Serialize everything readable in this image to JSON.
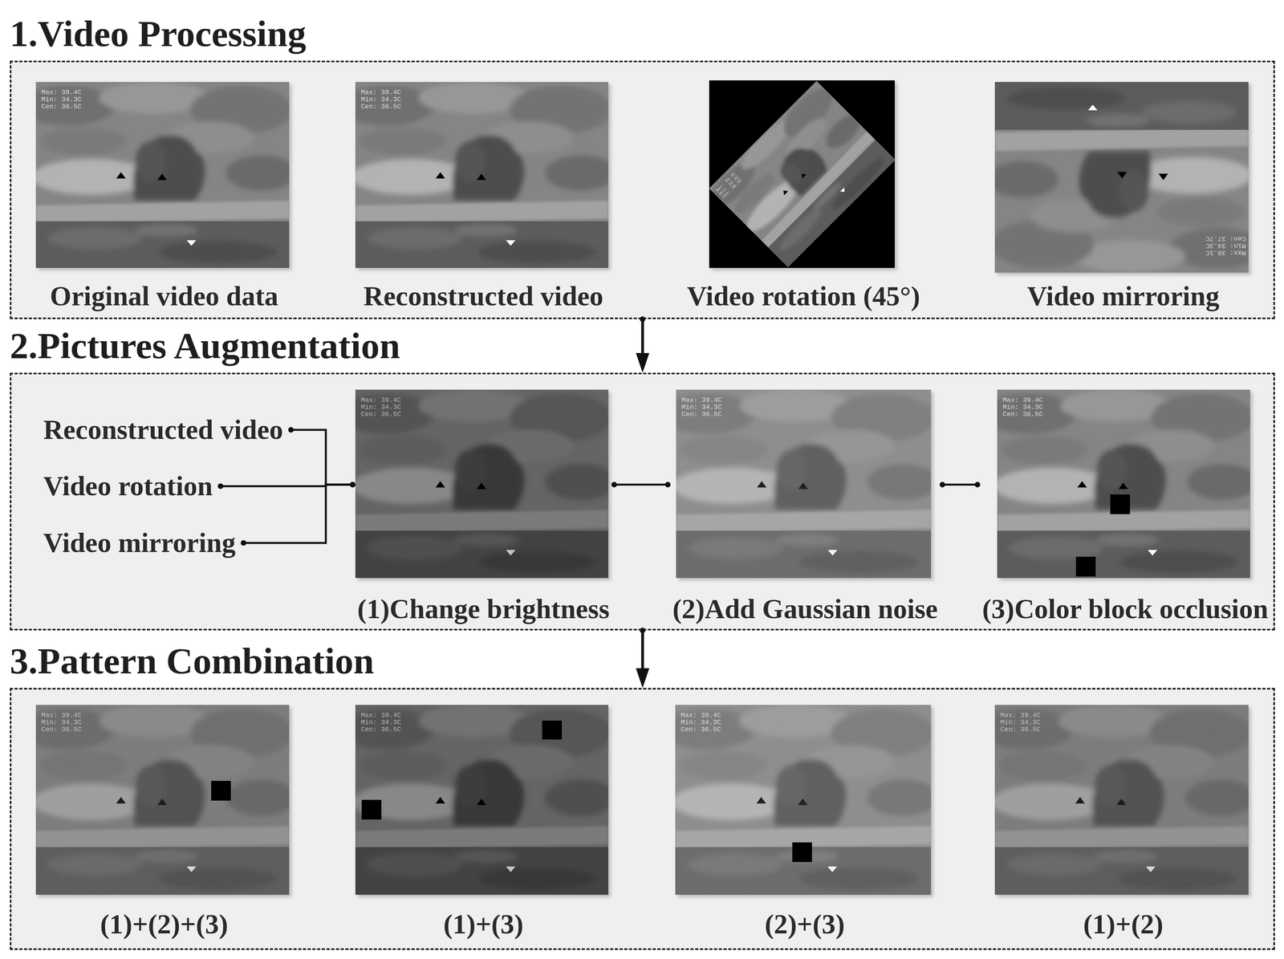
{
  "diagram": {
    "nodes": [
      {
        "text": [
          "1.Video Processing"
        ]
      },
      {
        "text": [
          "Original video data"
        ],
        "in": 0
      },
      {
        "text": [
          "Reconstructed video"
        ],
        "in": 0
      },
      {
        "text": [
          "Video rotation (45°)"
        ],
        "in": 0
      },
      {
        "text": [
          "Video mirroring"
        ],
        "in": 0
      },
      {
        "text": [
          "2.Pictures Augmentation"
        ]
      },
      {
        "text": [
          "Reconstructed video"
        ],
        "in": 5
      },
      {
        "text": [
          "Video rotation"
        ],
        "in": 5
      },
      {
        "text": [
          "Video mirroring"
        ],
        "in": 5
      },
      {
        "text": [
          "(1)Change brightness"
        ],
        "in": 5
      },
      {
        "text": [
          "(2)Add Gaussian noise"
        ],
        "in": 5
      },
      {
        "text": [
          "(3)Color block occlusion"
        ],
        "in": 5
      },
      {
        "text": [
          "3.Pattern Combination"
        ]
      },
      {
        "text": [
          "(1)+(2)+(3)"
        ],
        "in": 12
      },
      {
        "text": [
          "(1)+(3)"
        ],
        "in": 12
      },
      {
        "text": [
          "(2)+(3)"
        ],
        "in": 12
      },
      {
        "text": [
          "(1)+(2)"
        ],
        "in": 12
      }
    ],
    "edges": [
      {
        "from": 0,
        "to": 5,
        "arrow": "to"
      },
      {
        "from": 5,
        "to": 12,
        "arrow": "to"
      },
      {
        "from": 6,
        "to": 9,
        "arrow": "none"
      },
      {
        "from": 7,
        "to": 9,
        "arrow": "none"
      },
      {
        "from": 8,
        "to": 9,
        "arrow": "none"
      },
      {
        "from": 9,
        "to": 10,
        "arrow": "none"
      },
      {
        "from": 10,
        "to": 11,
        "arrow": "none"
      }
    ],
    "labels": [
      "Max: 39.4C Min: 34.3C Cen: 36.5C",
      "Max: 39.4C Min: 34.3C Cen: 36.5C",
      "Max: 39.4C Min: 34.3C Cen: 36.5C",
      "Max: 39.1C Min: 34.3C Cen: 37.7C",
      "Max: 39.4C Min: 34.3C Cen: 36.5C",
      "Max: 39.4C Min: 34.3C Cen: 36.5C",
      "Max: 39.4C Min: 34.3C Cen: 36.5C",
      "Max: 39.4C Min: 34.3C Cen: 36.5C",
      "Max: 39.4C Min: 34.3C Cen: 36.5C",
      "Max: 39.4C Min: 34.3C Cen: 36.5C",
      "Max: 39.4C Min: 34.3C Cen: 36.5C"
    ]
  }
}
